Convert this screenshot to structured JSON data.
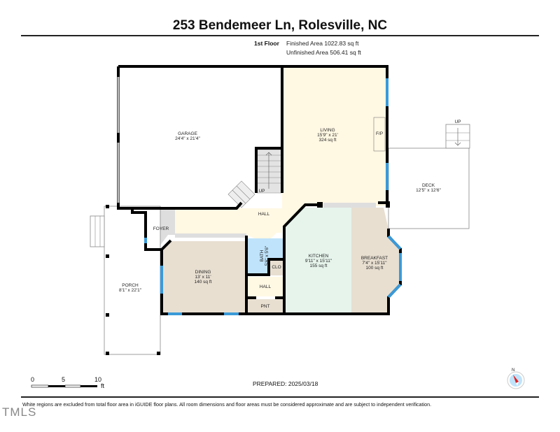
{
  "header": {
    "title": "253 Bendemeer Ln, Rolesville, NC",
    "floor_label": "1st Floor",
    "finished_area": "Finished Area 1022.83 sq ft",
    "unfinished_area": "Unfinished Area 506.41 sq ft"
  },
  "rooms": {
    "garage": {
      "name": "GARAGE",
      "dims": "24'4\" x 21'4\""
    },
    "living": {
      "name": "LIVING",
      "dims": "15'9\" x 21'",
      "area": "324 sq ft"
    },
    "fireplace": {
      "name": "F/P"
    },
    "deck": {
      "name": "DECK",
      "dims": "12'5\" x 12'6\""
    },
    "deck_stairs": {
      "name": "UP"
    },
    "stairs": {
      "name": "UP"
    },
    "hall_main": {
      "name": "HALL"
    },
    "foyer": {
      "name": "FOYER"
    },
    "bath": {
      "name": "BATH",
      "dims": "5'6\" x 5'6\""
    },
    "closet": {
      "name": "CLO"
    },
    "hall_small": {
      "name": "HALL"
    },
    "pantry": {
      "name": "PNT"
    },
    "kitchen": {
      "name": "KITCHEN",
      "dims": "9'11\" x 15'11\"",
      "area": "155 sq ft"
    },
    "breakfast": {
      "name": "BREAKFAST",
      "dims": "7'4\" x 15'11\"",
      "area": "100 sq ft"
    },
    "dining": {
      "name": "DINING",
      "dims": "13' x 11'",
      "area": "140 sq ft"
    },
    "porch": {
      "name": "PORCH",
      "dims": "8'1\" x 22'1\""
    }
  },
  "colors": {
    "wall": "#000000",
    "window": "#3a9ad9",
    "living_hall": "#fff8e3",
    "kitchen": "#e6f4ec",
    "breakfast_dining": "#e8dfd1",
    "bath": "#bfe3fa",
    "foyer": "#dedede",
    "stairs": "#e3e3e3"
  },
  "scale": {
    "ticks": [
      "0",
      "5",
      "10"
    ],
    "unit": "ft"
  },
  "footer": {
    "prepared": "PREPARED: 2025/03/18",
    "disclaimer": "White regions are excluded from total floor area in iGUIDE floor plans. All room dimensions and floor areas must be considered approximate and are subject to independent verification.",
    "watermark": "TMLS",
    "compass_label": "N"
  }
}
